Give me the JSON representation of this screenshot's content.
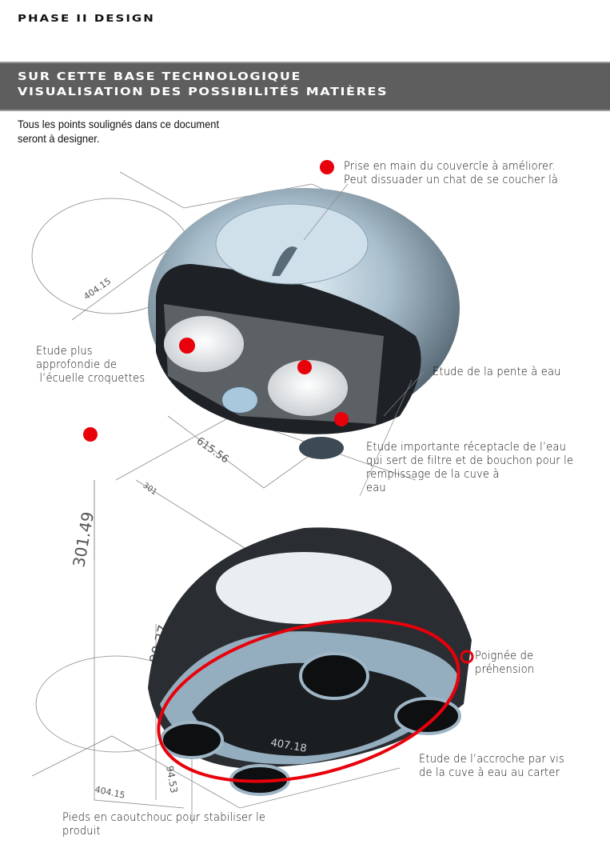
{
  "header": {
    "brand": "Phase II Design"
  },
  "banner": {
    "line1": "Sur cette base technologique",
    "line2": "Visualisation des possibilités matières"
  },
  "intro": {
    "line1": "Tous les points soulignés dans ce document",
    "line2": "seront à designer."
  },
  "annotations": {
    "couvercle": {
      "line1": "Prise en main du couvercle à améliorer.",
      "line2": "Peut dissuader un chat de se coucher là"
    },
    "ecuelle": {
      "line1": "Etude plus",
      "line2": "approfondie de",
      "line3": " l’écuelle croquettes"
    },
    "pente": {
      "line1": "Etude de la pente à eau"
    },
    "receptacle": {
      "line1": "Etude importante réceptacle de l’eau",
      "line2": "qui sert de filtre et de bouchon pour le",
      "line3": "remplissage de la cuve à",
      "line4": "eau"
    },
    "poignee": {
      "line1": "Poignée de",
      "line2": "préhension"
    },
    "accroche": {
      "line1": "Etude de l’accroche par vis",
      "line2": "de la cuve à eau au carter"
    },
    "pieds": {
      "line1": "Pieds en caoutchouc pour stabiliser le",
      "line2": "produit"
    }
  },
  "dimensions": {
    "top_a": "404.15",
    "top_b": "615.56",
    "top_c": "301",
    "side_height": "301.49",
    "bottom_a": "98.37",
    "bottom_b": "407.18",
    "bottom_c": "94.53",
    "bottom_d": "404.15"
  },
  "colors": {
    "marker": "#e8000b",
    "banner": "#5e5e5e",
    "body": "#9fb3c2"
  }
}
